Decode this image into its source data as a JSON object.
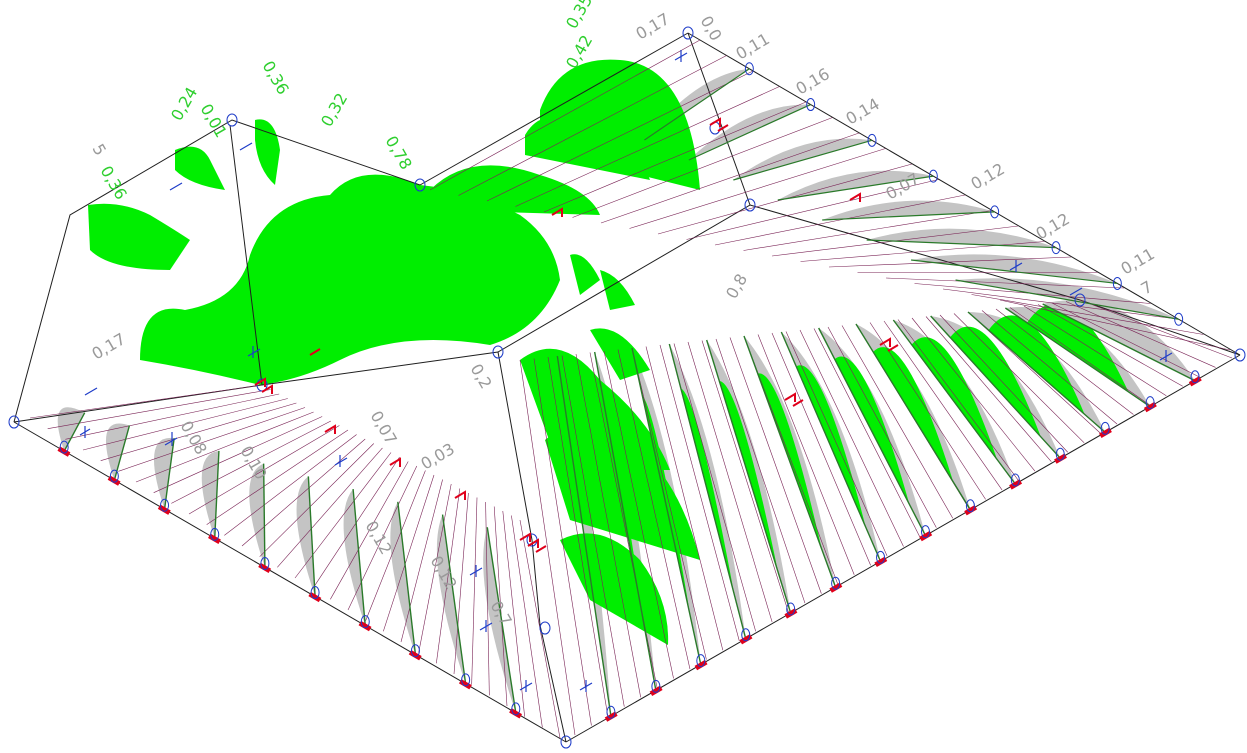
{
  "view": {
    "colors": {
      "background": "#ffffff",
      "utilization_fill": "#00ee00",
      "diagram_fill": "#c4c4c4",
      "member_line": "#1f3a8a",
      "rafter_line": "#7a2456",
      "support_marker": "#e0001b",
      "node_marker": "#1e3cc8",
      "value_label_gray": "#9a9a9a",
      "value_label_green": "#2fcf2f"
    },
    "icons": [
      "node-circle-icon",
      "support-marker-icon",
      "load-arrow-icon",
      "hinge-icon"
    ]
  },
  "labels_gray": [
    {
      "id": "g1",
      "text": "0,17"
    },
    {
      "id": "g2",
      "text": "0,08"
    },
    {
      "id": "g3",
      "text": "0,10"
    },
    {
      "id": "g4",
      "text": "0,07"
    },
    {
      "id": "g5",
      "text": "0,03"
    },
    {
      "id": "g6",
      "text": "0,12"
    },
    {
      "id": "g7",
      "text": "0,12"
    },
    {
      "id": "g8",
      "text": "0,11"
    },
    {
      "id": "g9",
      "text": "0,16"
    },
    {
      "id": "g10",
      "text": "0,14"
    },
    {
      "id": "g11",
      "text": "0,12"
    },
    {
      "id": "g12",
      "text": "0,12"
    },
    {
      "id": "g13",
      "text": "0,11"
    },
    {
      "id": "g14",
      "text": "0,07"
    },
    {
      "id": "g15",
      "text": "0,17"
    },
    {
      "id": "g16",
      "text": "0,0"
    },
    {
      "id": "g17",
      "text": "0,8"
    },
    {
      "id": "g18",
      "text": "7"
    },
    {
      "id": "g19",
      "text": "0,2"
    },
    {
      "id": "g20",
      "text": "0,7"
    },
    {
      "id": "g21",
      "text": "5"
    }
  ],
  "labels_green": [
    {
      "id": "n1",
      "text": "0,35"
    },
    {
      "id": "n2",
      "text": "0,42"
    },
    {
      "id": "n3",
      "text": "0,32"
    },
    {
      "id": "n4",
      "text": "0,36"
    },
    {
      "id": "n5",
      "text": "0,24"
    },
    {
      "id": "n6",
      "text": "0,36"
    },
    {
      "id": "n7",
      "text": "0,78"
    },
    {
      "id": "n8",
      "text": "0,01"
    }
  ]
}
